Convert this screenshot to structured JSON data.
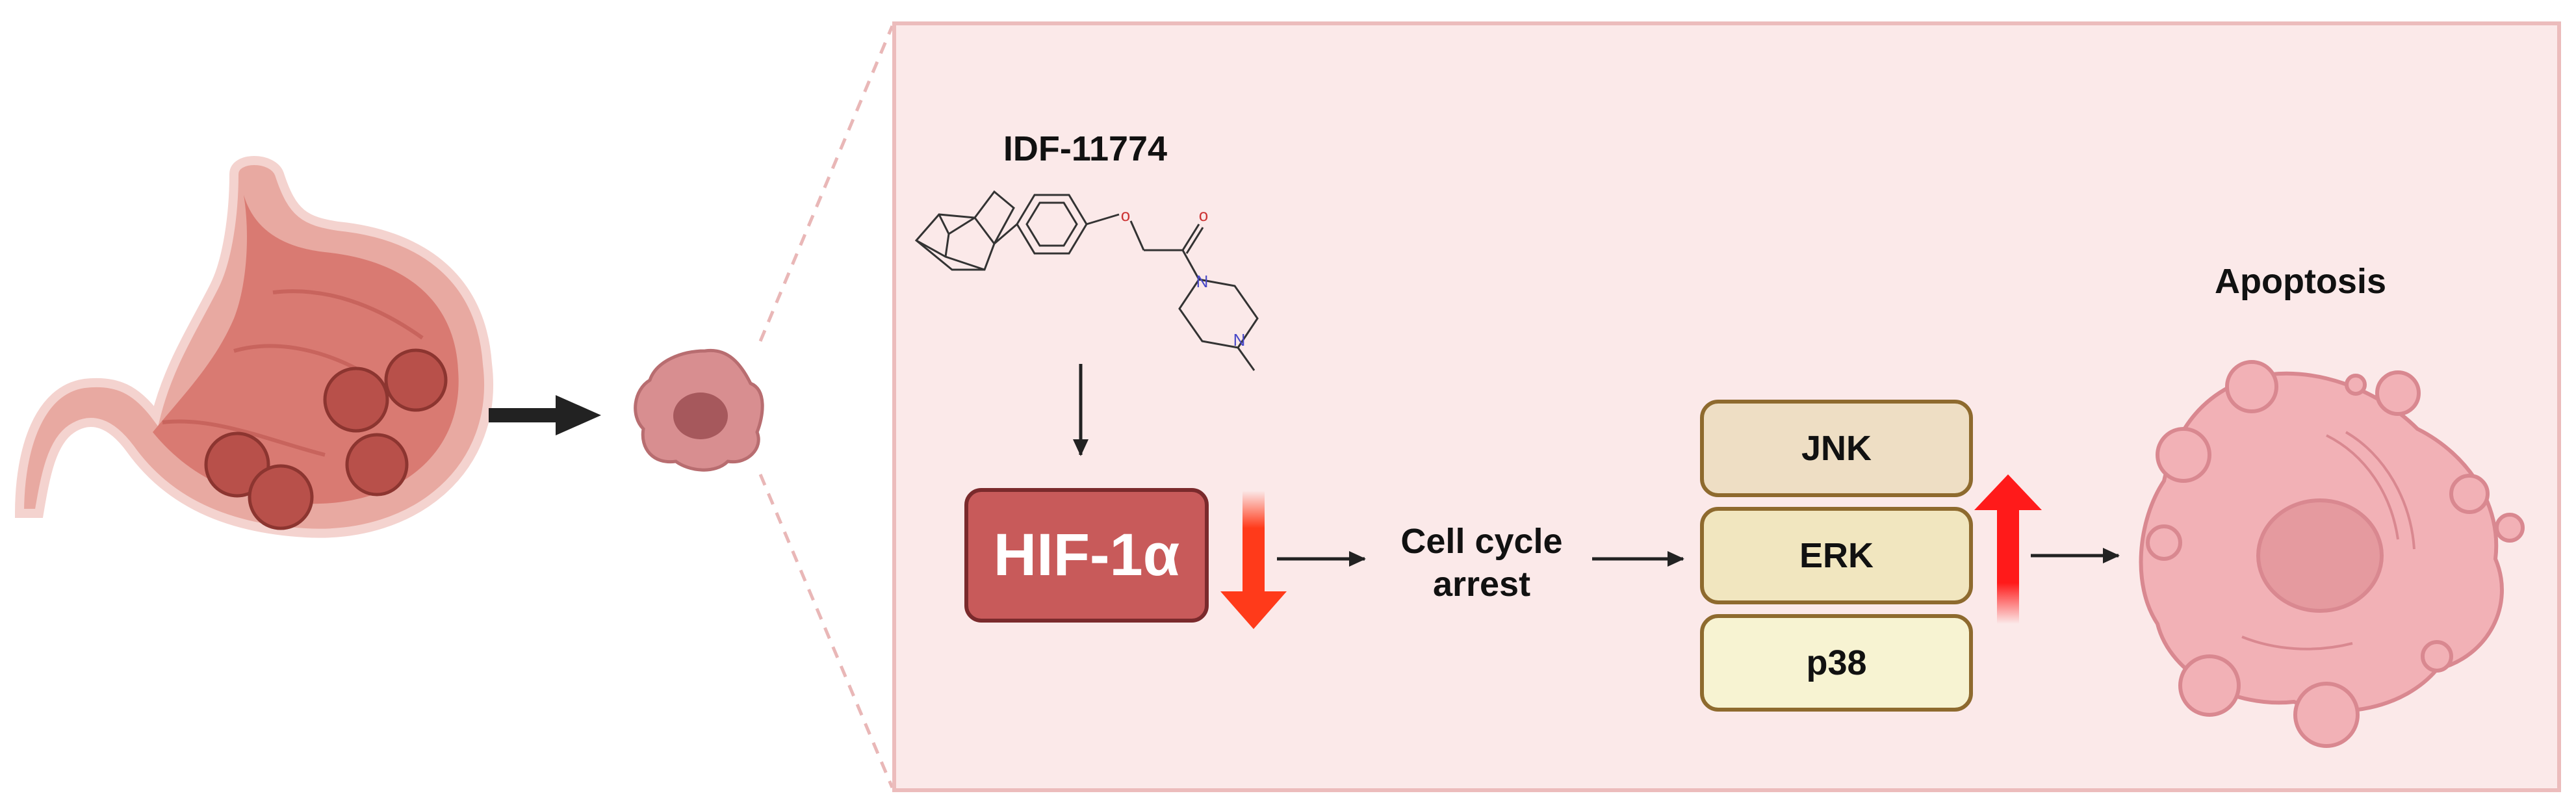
{
  "compound": {
    "name": "IDF-11774"
  },
  "target": {
    "label": "HIF-1α"
  },
  "cell_cycle": {
    "line1": "Cell cycle",
    "line2": "arrest"
  },
  "mapk": {
    "jnk": "JNK",
    "erk": "ERK",
    "p38": "p38"
  },
  "outcome": {
    "label": "Apoptosis"
  },
  "colors": {
    "panel_bg": "#fbe9e9",
    "panel_border": "#ecbcbc",
    "hif_box": "#c85a5a",
    "down_arrow": "#ff3a1a",
    "up_arrow": "#ff1a1a",
    "stomach": "#d97a72",
    "tumor": "#b8504a",
    "apoptotic_cell": "#f2b1b6"
  },
  "icons": [
    "stomach-icon",
    "tumor-cell-icon",
    "molecule-structure-icon",
    "apoptotic-cell-icon"
  ]
}
